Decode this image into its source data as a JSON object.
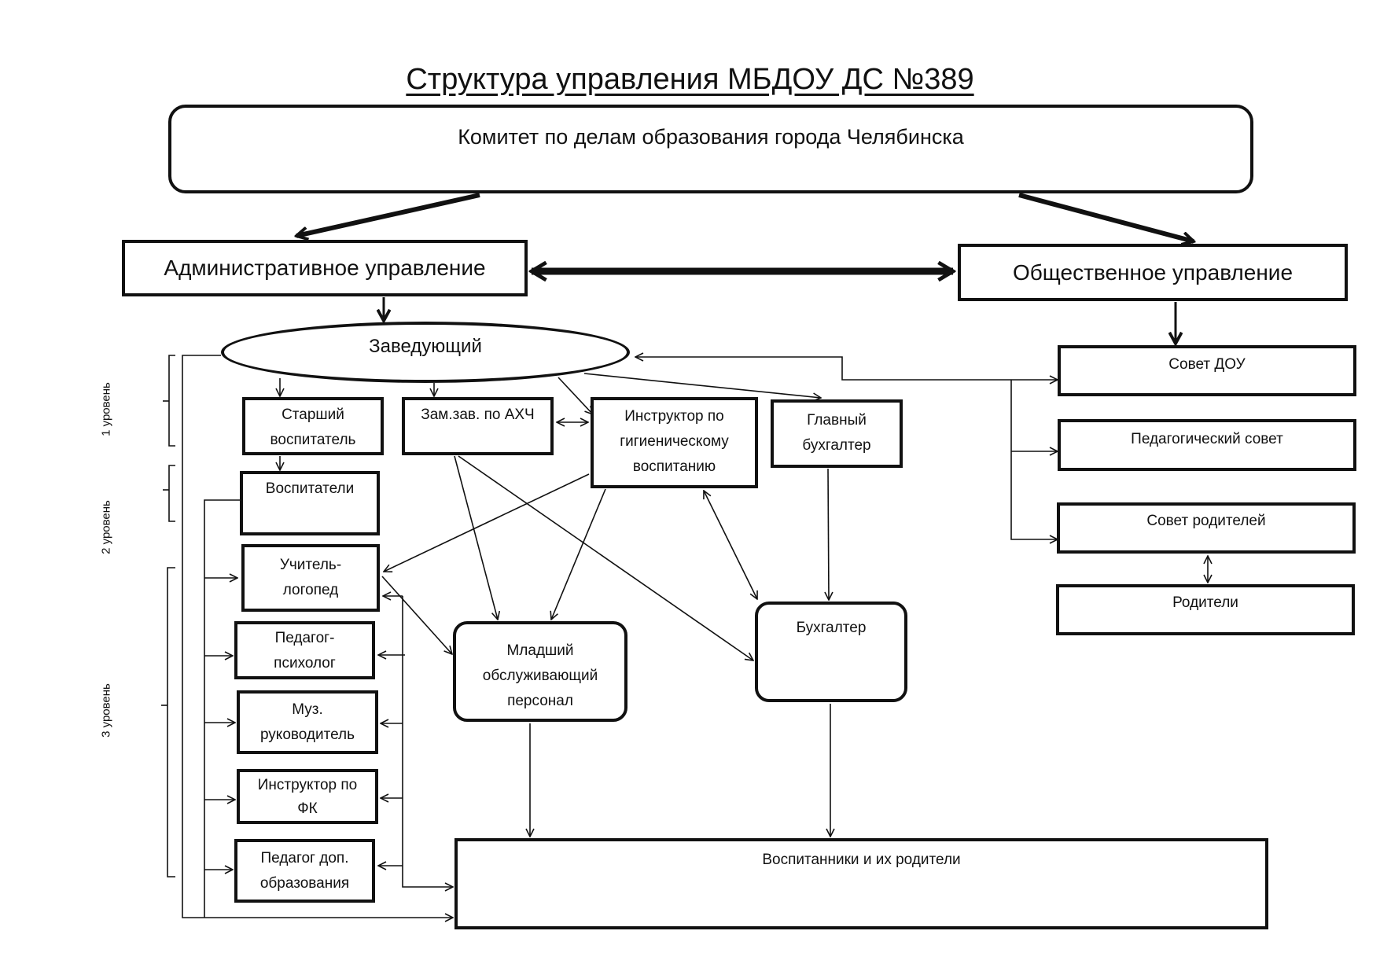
{
  "title": "Структура управления МБДОУ ДС №389",
  "committee": "Комитет по делам образования города Челябинска",
  "admin": "Административное управление",
  "public": "Общественное управление",
  "head": "Заведующий",
  "levels": [
    "1 уровень",
    "2 уровень",
    "3 уровень"
  ],
  "level1": {
    "senior_educator": [
      "Старший",
      "воспитатель"
    ],
    "deputy": "Зам.зав. по АХЧ",
    "hygiene_instructor": [
      "Инструктор по",
      "гигиеническому",
      "воспитанию"
    ],
    "chief_accountant": [
      "Главный",
      "бухгалтер"
    ]
  },
  "level2": {
    "educators": "Воспитатели"
  },
  "level3": {
    "speech_therapist": [
      "Учитель-",
      "логопед"
    ],
    "psychologist": [
      "Педагог-",
      "психолог"
    ],
    "music_director": [
      "Муз.",
      "руководитель"
    ],
    "pe_instructor": [
      "Инструктор по",
      "ФК"
    ],
    "extra_education": [
      "Педагог доп.",
      "образования"
    ]
  },
  "junior_staff": [
    "Младший",
    "обслуживающий",
    "персонал"
  ],
  "accountant": "Бухгалтер",
  "pupils": "Воспитанники и их родители",
  "public_bodies": {
    "dou_council": "Совет ДОУ",
    "pedagogical_council": "Педагогический совет",
    "parents_council": "Совет родителей",
    "parents": "Родители"
  }
}
